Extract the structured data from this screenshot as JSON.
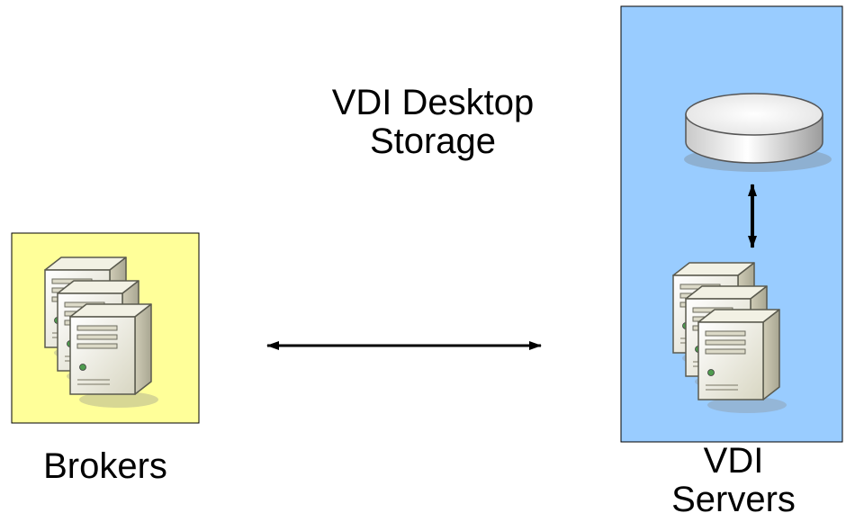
{
  "labels": {
    "storage_line1": "VDI Desktop",
    "storage_line2": "Storage",
    "brokers": "Brokers",
    "servers_line1": "VDI",
    "servers_line2": "Servers"
  },
  "colors": {
    "brokers_panel": "#ffff99",
    "servers_panel": "#99ccff",
    "arrow": "#000000"
  },
  "icons": {
    "brokers": "server-stack-icon",
    "servers": "server-stack-icon",
    "storage": "storage-disk-icon"
  }
}
